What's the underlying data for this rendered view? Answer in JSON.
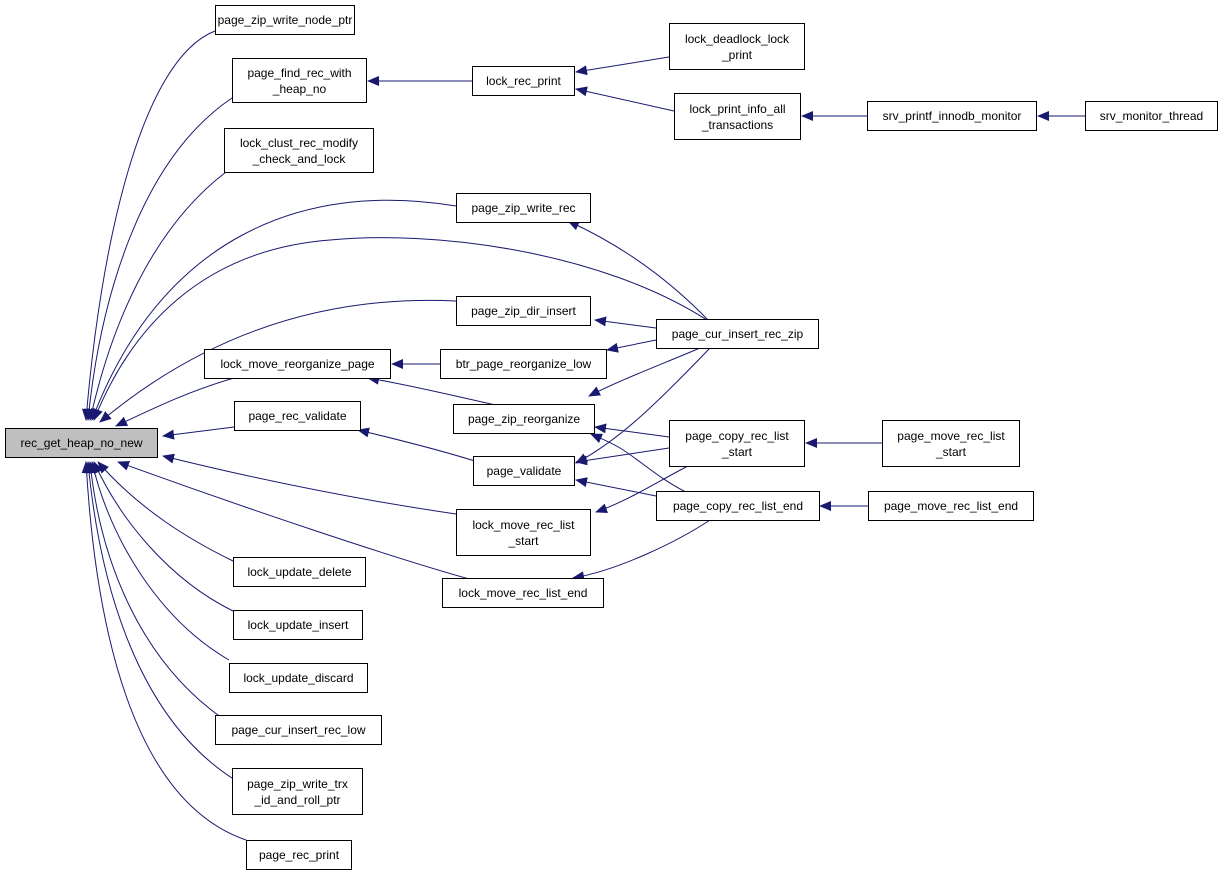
{
  "diagram": {
    "type": "caller-graph",
    "colors": {
      "edge": "#191970",
      "node_border": "#000000",
      "root_fill": "#bfbfbf",
      "node_fill": "#ffffff"
    },
    "nodes": [
      {
        "id": "root",
        "lines": [
          "rec_get_heap_no_new"
        ],
        "root": true
      },
      {
        "id": "pzwnp",
        "lines": [
          "page_zip_write_node_ptr"
        ]
      },
      {
        "id": "pfrwhn",
        "lines": [
          "page_find_rec_with",
          "_heap_no"
        ]
      },
      {
        "id": "lcrmcl",
        "lines": [
          "lock_clust_rec_modify",
          "_check_and_lock"
        ]
      },
      {
        "id": "pzwr",
        "lines": [
          "page_zip_write_rec"
        ]
      },
      {
        "id": "pzdi",
        "lines": [
          "page_zip_dir_insert"
        ]
      },
      {
        "id": "lmrp",
        "lines": [
          "lock_move_reorganize_page"
        ]
      },
      {
        "id": "prv",
        "lines": [
          "page_rec_validate"
        ]
      },
      {
        "id": "lmrls",
        "lines": [
          "lock_move_rec_list",
          "_start"
        ]
      },
      {
        "id": "lmrle",
        "lines": [
          "lock_move_rec_list_end"
        ]
      },
      {
        "id": "lud",
        "lines": [
          "lock_update_delete"
        ]
      },
      {
        "id": "lui",
        "lines": [
          "lock_update_insert"
        ]
      },
      {
        "id": "ludis",
        "lines": [
          "lock_update_discard"
        ]
      },
      {
        "id": "pcirl",
        "lines": [
          "page_cur_insert_rec_low"
        ]
      },
      {
        "id": "pzwtrx",
        "lines": [
          "page_zip_write_trx",
          "_id_and_roll_ptr"
        ]
      },
      {
        "id": "prp",
        "lines": [
          "page_rec_print"
        ]
      },
      {
        "id": "lrp",
        "lines": [
          "lock_rec_print"
        ]
      },
      {
        "id": "ldlp",
        "lines": [
          "lock_deadlock_lock",
          "_print"
        ]
      },
      {
        "id": "lpiat",
        "lines": [
          "lock_print_info_all",
          "_transactions"
        ]
      },
      {
        "id": "spim",
        "lines": [
          "srv_printf_innodb_monitor"
        ]
      },
      {
        "id": "smt",
        "lines": [
          "srv_monitor_thread"
        ]
      },
      {
        "id": "bprl",
        "lines": [
          "btr_page_reorganize_low"
        ]
      },
      {
        "id": "pzreorg",
        "lines": [
          "page_zip_reorganize"
        ]
      },
      {
        "id": "pval",
        "lines": [
          "page_validate"
        ]
      },
      {
        "id": "pcirz",
        "lines": [
          "page_cur_insert_rec_zip"
        ]
      },
      {
        "id": "pcrls",
        "lines": [
          "page_copy_rec_list",
          "_start"
        ]
      },
      {
        "id": "pcrle",
        "lines": [
          "page_copy_rec_list_end"
        ]
      },
      {
        "id": "pmrls",
        "lines": [
          "page_move_rec_list",
          "_start"
        ]
      },
      {
        "id": "pmrle",
        "lines": [
          "page_move_rec_list_end"
        ]
      }
    ]
  }
}
